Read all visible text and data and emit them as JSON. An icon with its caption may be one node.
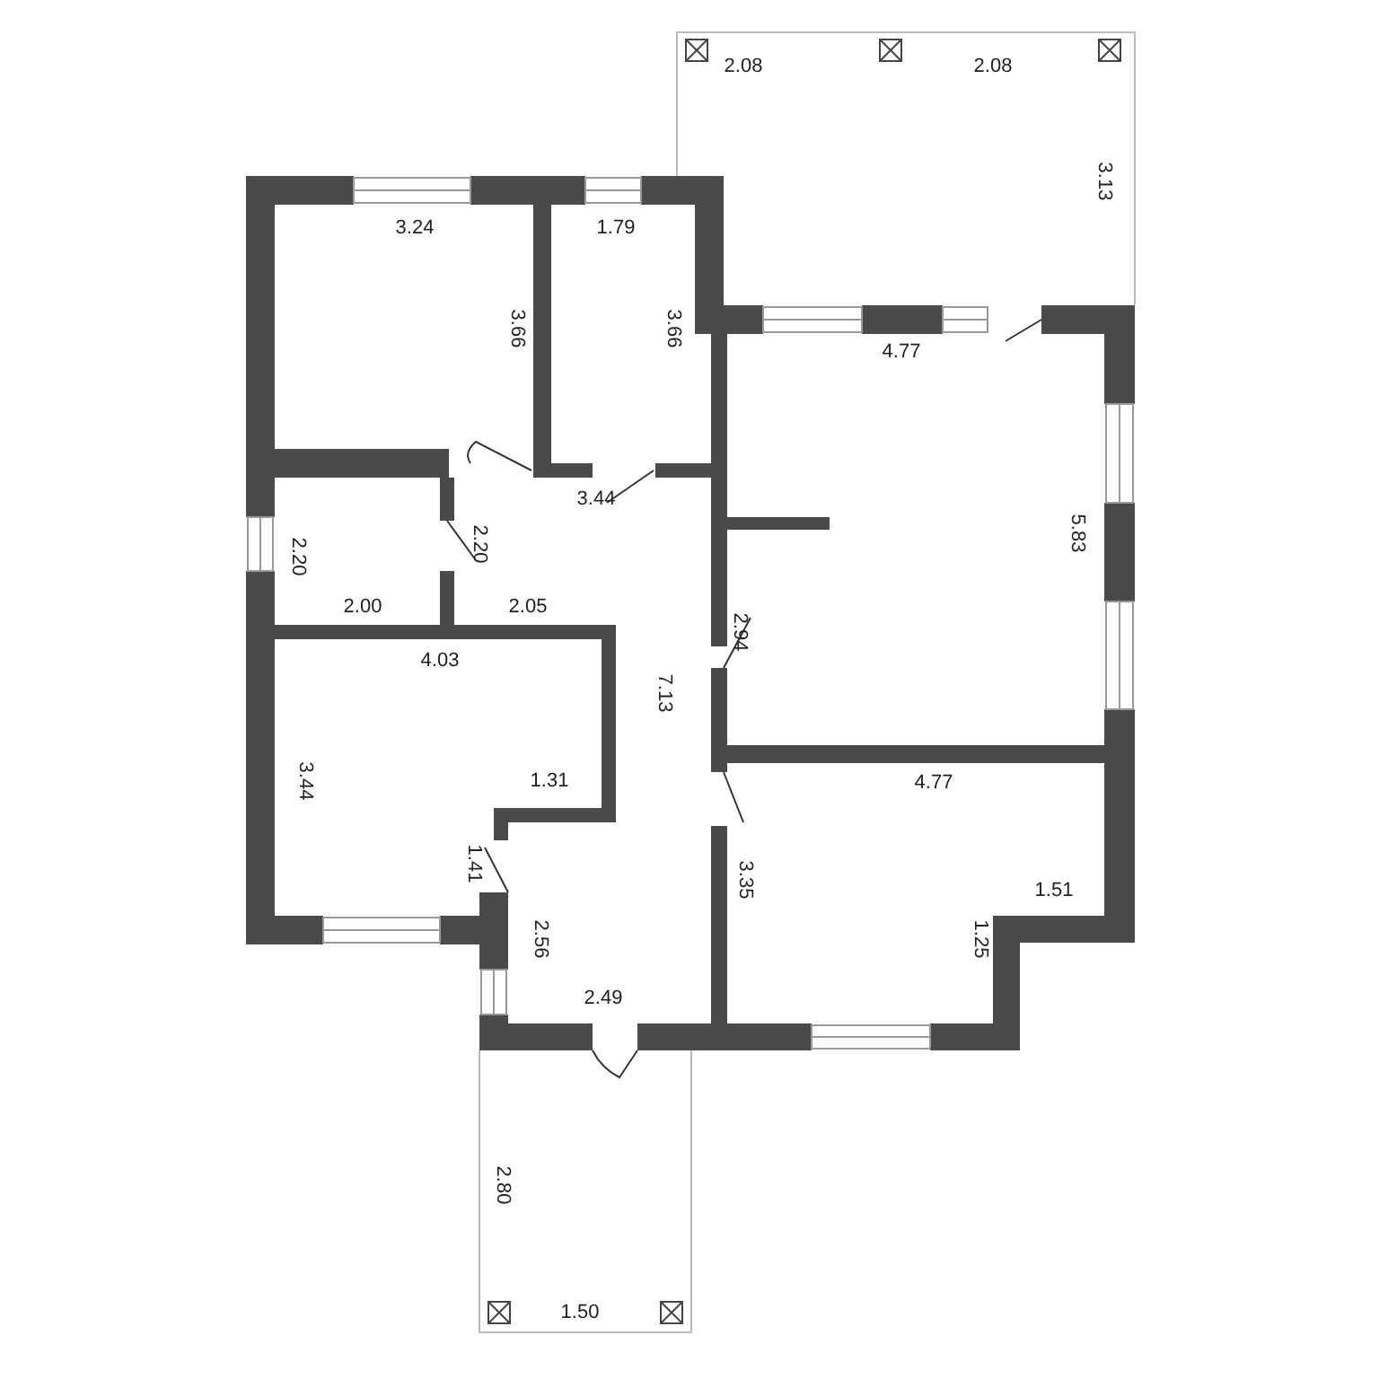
{
  "diagram": {
    "labels": [
      "2.08",
      "2.08",
      "3.13",
      "3.24",
      "1.79",
      "3.66",
      "3.66",
      "4.77",
      "3.44",
      "2.20",
      "2.20",
      "5.83",
      "2.00",
      "2.05",
      "2.94",
      "4.03",
      "7.13",
      "3.44",
      "1.31",
      "4.77",
      "1.41",
      "1.51",
      "3.35",
      "2.56",
      "1.25",
      "2.49",
      "2.80",
      "1.50"
    ]
  }
}
